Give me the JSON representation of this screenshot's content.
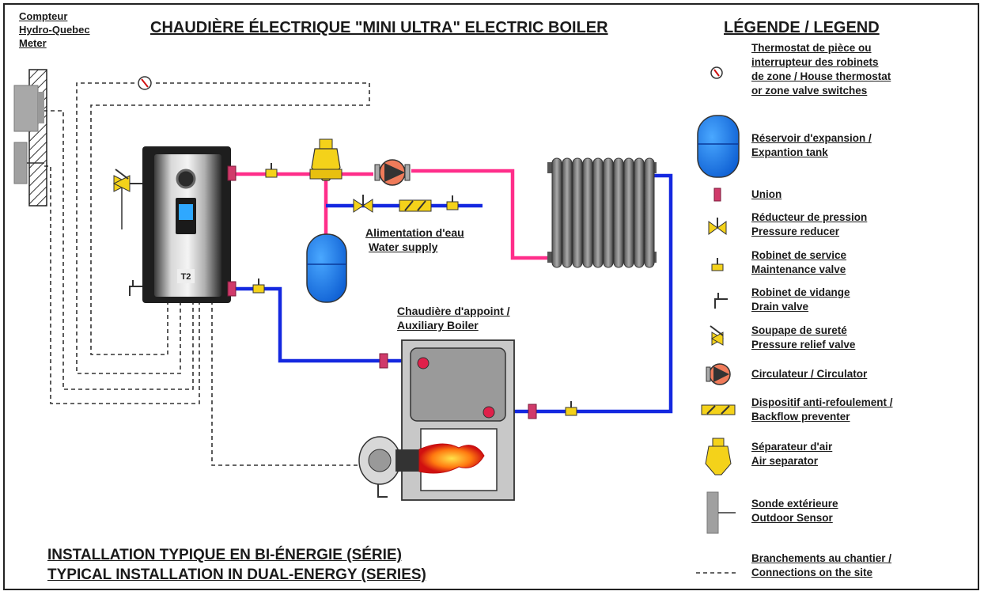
{
  "header": {
    "meter_line1": "Compteur",
    "meter_line2": "Hydro-Quebec",
    "meter_line3": "Meter",
    "title": "CHAUDIÈRE ÉLECTRIQUE \"MINI ULTRA\" ELECTRIC BOILER"
  },
  "boiler": {
    "badge": "T2"
  },
  "labels": {
    "water_supply_1": "Alimentation d'eau",
    "water_supply_2": "Water supply",
    "aux_boiler_1": "Chaudière d'appoint /",
    "aux_boiler_2": "Auxiliary Boiler"
  },
  "legend": {
    "heading": "LÉGENDE / LEGEND",
    "items": [
      {
        "icon": "thermostat-icon",
        "lines": [
          "Thermostat de pièce ou",
          "interrupteur des robinets",
          "de zone / House thermostat",
          "or zone valve switches"
        ]
      },
      {
        "icon": "expansion-tank-icon",
        "lines": [
          "Réservoir d'expansion /",
          "Expantion tank"
        ]
      },
      {
        "icon": "union-icon",
        "lines": [
          "Union"
        ]
      },
      {
        "icon": "pressure-reducer-icon",
        "lines": [
          "Réducteur de pression",
          "Pressure reducer"
        ]
      },
      {
        "icon": "maintenance-valve-icon",
        "lines": [
          "Robinet de service",
          "Maintenance valve"
        ]
      },
      {
        "icon": "drain-valve-icon",
        "lines": [
          "Robinet de vidange",
          "Drain valve"
        ]
      },
      {
        "icon": "relief-valve-icon",
        "lines": [
          "Soupape de sureté",
          "Pressure relief valve"
        ]
      },
      {
        "icon": "circulator-icon",
        "lines": [
          "Circulateur / Circulator"
        ]
      },
      {
        "icon": "backflow-preventer-icon",
        "lines": [
          "Dispositif anti-refoulement /",
          "Backflow preventer"
        ]
      },
      {
        "icon": "air-separator-icon",
        "lines": [
          "Séparateur d'air",
          "Air separator"
        ]
      },
      {
        "icon": "outdoor-sensor-icon",
        "lines": [
          "Sonde extérieure",
          "Outdoor Sensor"
        ]
      },
      {
        "icon": "site-connection-line-icon",
        "lines": [
          "Branchements au chantier /",
          "Connections on the site"
        ]
      }
    ]
  },
  "footer": {
    "line1": "INSTALLATION TYPIQUE EN BI-ÉNERGIE (SÉRIE)",
    "line2": "TYPICAL INSTALLATION IN DUAL-ENERGY (SERIES)"
  },
  "colors": {
    "supply_pipe": "#ff2e8a",
    "return_pipe": "#1428e0",
    "tank_blue": "#1a7cf0",
    "brass": "#f4d21a"
  }
}
